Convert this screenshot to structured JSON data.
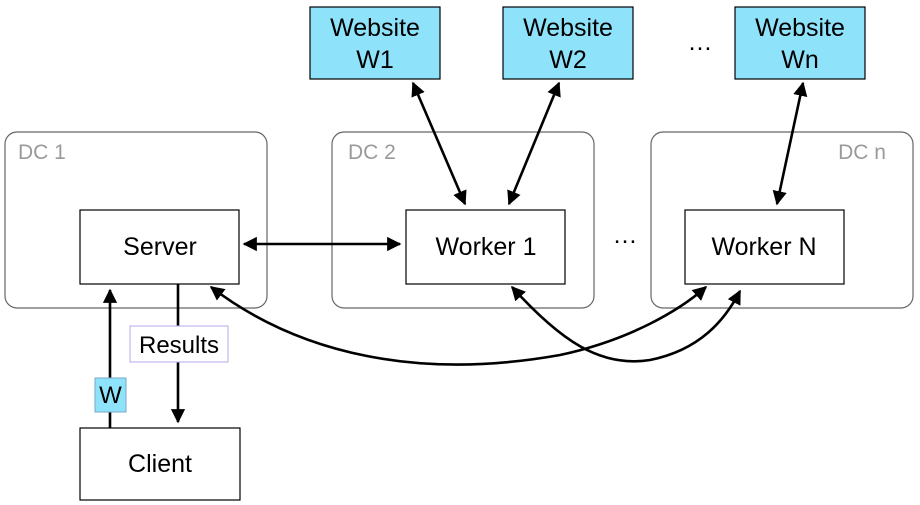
{
  "datacenters": {
    "dc1": "DC 1",
    "dc2": "DC 2",
    "dcn": "DC n"
  },
  "nodes": {
    "server": "Server",
    "worker1": "Worker 1",
    "workern": "Worker N",
    "client": "Client"
  },
  "websites": {
    "w1": [
      "Website",
      "W1"
    ],
    "w2": [
      "Website",
      "W2"
    ],
    "wn": [
      "Website",
      "Wn"
    ]
  },
  "ellipsis": {
    "websites": "…",
    "workers": "…"
  },
  "edge_labels": {
    "results": "Results",
    "w": "W"
  },
  "colors": {
    "website_fill": "#8ee3fb",
    "dc_label": "#9a9a9a",
    "w_label_fill": "#8ee3fb"
  }
}
